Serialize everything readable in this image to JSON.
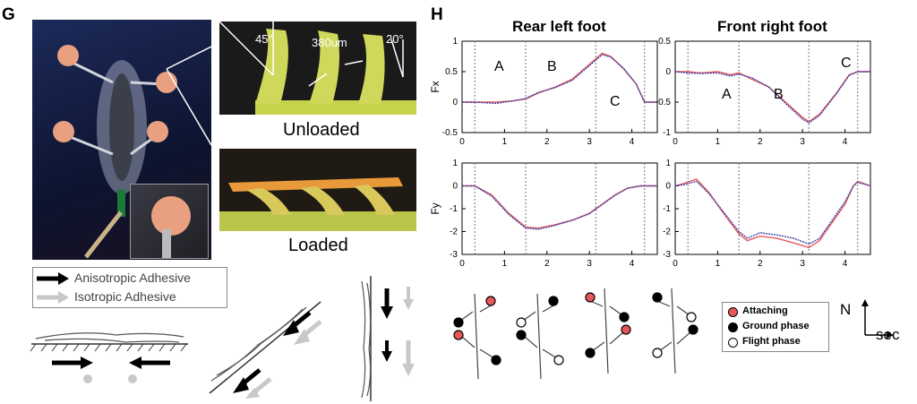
{
  "panel_g": {
    "letter": "G",
    "photo_labels": {
      "angle_45": "45°",
      "width_380": "380um",
      "angle_20": "20°",
      "unloaded": "Unloaded",
      "loaded": "Loaded"
    },
    "legend": {
      "anisotropic": "Anisotropic Adhesive",
      "isotropic": "Isotropic Adhesive"
    }
  },
  "panel_h": {
    "letter": "H",
    "rear_title": "Rear left foot",
    "front_title": "Front right foot",
    "ylabel_fx": "Fx",
    "ylabel_fy": "Fy",
    "phase_A": "A",
    "phase_B": "B",
    "phase_C": "C",
    "legend": {
      "attaching": "Attaching",
      "ground": "Ground phase",
      "flight": "Flight phase"
    },
    "axis_n": "N",
    "axis_sec": "sec",
    "colors": {
      "red": "#e8585a",
      "blue": "#3b3fa8",
      "attach": "#e8585a"
    }
  },
  "chart_data": [
    {
      "type": "line",
      "title": "Rear left foot",
      "ylabel": "Fx",
      "xlim": [
        0,
        4.6
      ],
      "ylim": [
        -0.5,
        1
      ],
      "xticks": [
        0,
        1,
        2,
        3,
        4
      ],
      "yticks": [
        -0.5,
        0,
        0.5,
        1
      ],
      "phase_lines": [
        0.3,
        1.5,
        3.15,
        4.3
      ],
      "series": [
        {
          "color": "red",
          "x": [
            0,
            0.3,
            0.8,
            1.2,
            1.5,
            1.8,
            2.2,
            2.6,
            3.0,
            3.3,
            3.5,
            3.8,
            4.1,
            4.3,
            4.6
          ],
          "y": [
            0,
            0,
            0,
            0.02,
            0.05,
            0.15,
            0.25,
            0.38,
            0.62,
            0.8,
            0.75,
            0.55,
            0.3,
            0,
            0
          ]
        },
        {
          "color": "blue",
          "x": [
            0,
            0.3,
            0.8,
            1.2,
            1.5,
            1.8,
            2.2,
            2.6,
            3.0,
            3.3,
            3.5,
            3.8,
            4.1,
            4.3,
            4.6
          ],
          "y": [
            0,
            0,
            -0.02,
            0.02,
            0.06,
            0.16,
            0.24,
            0.36,
            0.6,
            0.78,
            0.74,
            0.56,
            0.3,
            0,
            0
          ]
        }
      ]
    },
    {
      "type": "line",
      "title": "Front right foot",
      "ylabel": "",
      "xlim": [
        0,
        4.6
      ],
      "ylim": [
        -1,
        0.5
      ],
      "xticks": [
        0,
        1,
        2,
        3,
        4
      ],
      "yticks": [
        -1,
        -0.5,
        0,
        0.5
      ],
      "phase_lines": [
        0.3,
        1.5,
        3.15,
        4.3
      ],
      "series": [
        {
          "color": "red",
          "x": [
            0,
            0.3,
            0.6,
            1.0,
            1.3,
            1.5,
            1.8,
            2.2,
            2.6,
            3.0,
            3.15,
            3.4,
            3.8,
            4.1,
            4.3,
            4.6
          ],
          "y": [
            0,
            0,
            -0.02,
            0,
            -0.05,
            -0.02,
            -0.12,
            -0.25,
            -0.5,
            -0.75,
            -0.82,
            -0.7,
            -0.35,
            -0.05,
            0,
            0
          ]
        },
        {
          "color": "blue",
          "x": [
            0,
            0.3,
            0.6,
            1.0,
            1.3,
            1.5,
            1.8,
            2.2,
            2.6,
            3.0,
            3.15,
            3.4,
            3.8,
            4.1,
            4.3,
            4.6
          ],
          "y": [
            0,
            -0.02,
            -0.03,
            -0.02,
            -0.07,
            -0.04,
            -0.1,
            -0.25,
            -0.52,
            -0.78,
            -0.84,
            -0.72,
            -0.36,
            -0.06,
            0,
            0
          ]
        }
      ]
    },
    {
      "type": "line",
      "title": "",
      "ylabel": "Fy",
      "xlim": [
        0,
        4.6
      ],
      "ylim": [
        -3,
        1
      ],
      "xticks": [
        0,
        1,
        2,
        3,
        4
      ],
      "yticks": [
        -3,
        -2,
        -1,
        0,
        1
      ],
      "phase_lines": [
        0.3,
        1.5,
        3.15,
        4.3
      ],
      "series": [
        {
          "color": "red",
          "x": [
            0,
            0.3,
            0.7,
            1.1,
            1.5,
            1.8,
            2.2,
            2.6,
            3.0,
            3.3,
            3.6,
            3.9,
            4.2,
            4.4,
            4.6
          ],
          "y": [
            0,
            0,
            -0.4,
            -1.2,
            -1.8,
            -1.85,
            -1.7,
            -1.5,
            -1.2,
            -0.8,
            -0.4,
            -0.1,
            0,
            0,
            0
          ]
        },
        {
          "color": "blue",
          "x": [
            0,
            0.3,
            0.7,
            1.1,
            1.5,
            1.8,
            2.2,
            2.6,
            3.0,
            3.3,
            3.6,
            3.9,
            4.2,
            4.4,
            4.6
          ],
          "y": [
            0,
            0,
            -0.45,
            -1.25,
            -1.85,
            -1.9,
            -1.72,
            -1.5,
            -1.22,
            -0.82,
            -0.42,
            -0.1,
            0,
            0,
            0
          ]
        }
      ]
    },
    {
      "type": "line",
      "title": "",
      "ylabel": "",
      "xlim": [
        0,
        4.6
      ],
      "ylim": [
        -3,
        1
      ],
      "xticks": [
        0,
        1,
        2,
        3,
        4
      ],
      "yticks": [
        -3,
        -2,
        -1,
        0,
        1
      ],
      "phase_lines": [
        0.3,
        1.5,
        3.15,
        4.3
      ],
      "series": [
        {
          "color": "red",
          "x": [
            0,
            0.2,
            0.5,
            0.8,
            1.1,
            1.5,
            1.7,
            2.0,
            2.4,
            2.8,
            3.15,
            3.4,
            3.7,
            4.0,
            4.2,
            4.3,
            4.6
          ],
          "y": [
            0,
            0.1,
            0.3,
            -0.3,
            -1.1,
            -2.1,
            -2.4,
            -2.2,
            -2.3,
            -2.5,
            -2.7,
            -2.4,
            -1.6,
            -0.8,
            0,
            0.2,
            0
          ]
        },
        {
          "color": "blue",
          "x": [
            0,
            0.2,
            0.5,
            0.8,
            1.1,
            1.5,
            1.7,
            2.0,
            2.4,
            2.8,
            3.15,
            3.4,
            3.7,
            4.0,
            4.2,
            4.3,
            4.6
          ],
          "y": [
            0,
            0.05,
            0.2,
            -0.35,
            -1.05,
            -2.0,
            -2.3,
            -2.05,
            -2.15,
            -2.3,
            -2.55,
            -2.3,
            -1.5,
            -0.7,
            0,
            0.15,
            0
          ]
        }
      ]
    }
  ]
}
